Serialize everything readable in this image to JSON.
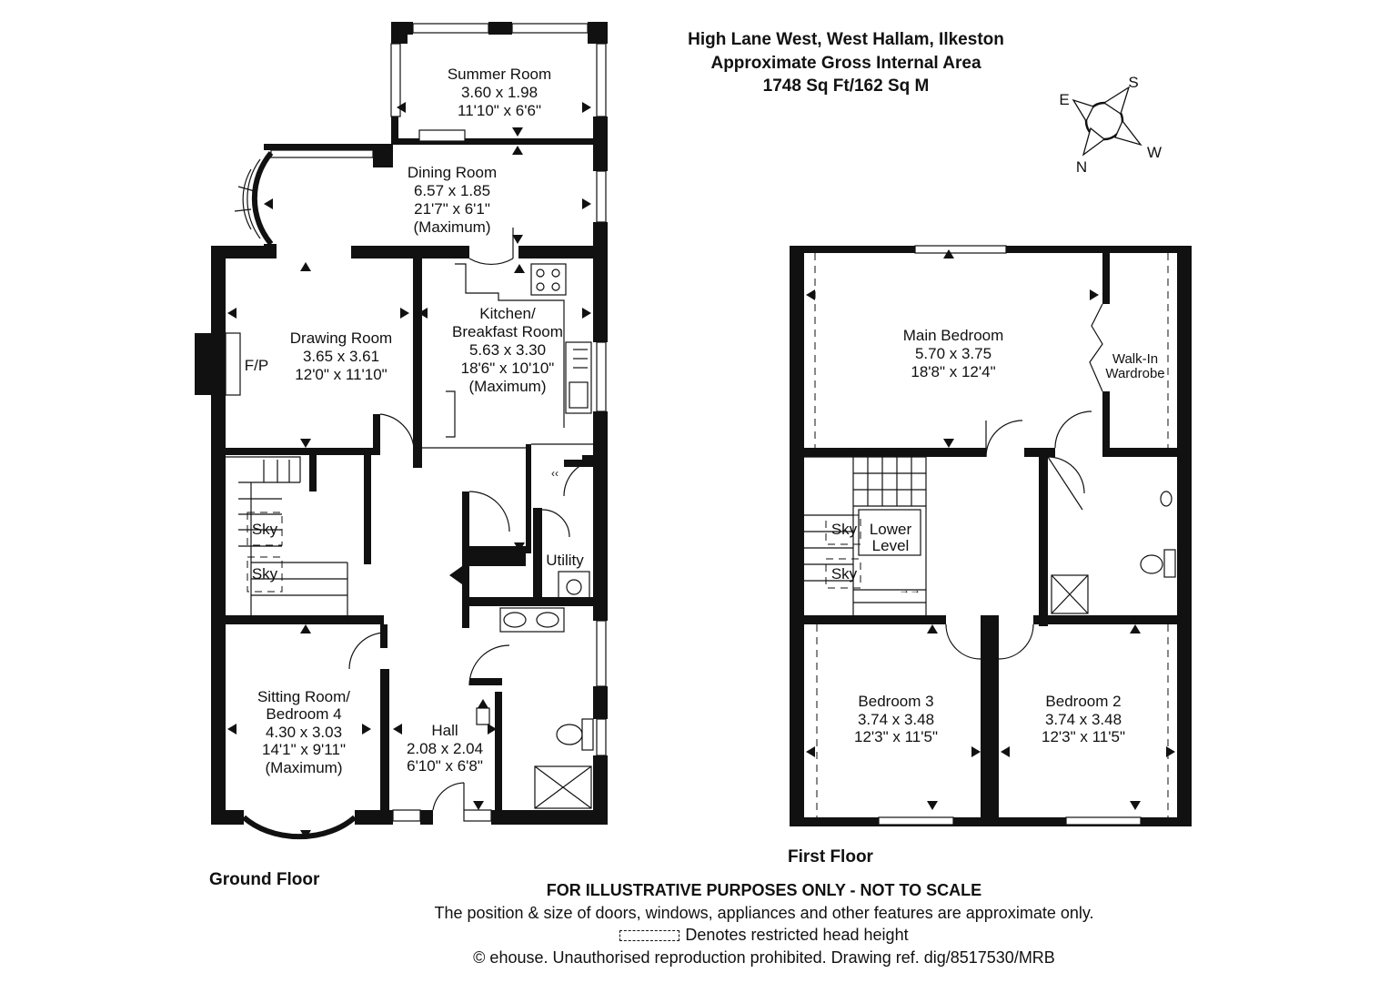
{
  "header": {
    "address": "High Lane West, West Hallam, Ilkeston",
    "area_label": "Approximate Gross Internal Area",
    "area_value": "1748 Sq Ft/162 Sq M"
  },
  "compass": {
    "east": "E",
    "south": "S",
    "west": "W",
    "north": "N"
  },
  "floors": {
    "ground": "Ground Floor",
    "first": "First Floor"
  },
  "ground_floor": {
    "summer_room": {
      "name": "Summer Room",
      "metric": "3.60 x 1.98",
      "imperial": "11'10\" x 6'6\""
    },
    "dining_room": {
      "name": "Dining Room",
      "metric": "6.57 x 1.85",
      "imperial": "21'7\" x 6'1\"",
      "note": "(Maximum)"
    },
    "drawing_room": {
      "name": "Drawing Room",
      "metric": "3.65 x 3.61",
      "imperial": "12'0\" x 11'10\""
    },
    "fireplace": "F/P",
    "kitchen": {
      "name_line1": "Kitchen/",
      "name_line2": "Breakfast Room",
      "metric": "5.63 x 3.30",
      "imperial": "18'6\" x 10'10\"",
      "note": "(Maximum)"
    },
    "sky1": "Sky",
    "sky2": "Sky",
    "utility": "Utility",
    "sitting_room": {
      "name_line1": "Sitting Room/",
      "name_line2": "Bedroom 4",
      "metric": "4.30 x 3.03",
      "imperial": "14'1\" x 9'11\"",
      "note": "(Maximum)"
    },
    "hall": {
      "name": "Hall",
      "metric": "2.08 x 2.04",
      "imperial": "6'10\" x 6'8\""
    }
  },
  "first_floor": {
    "main_bedroom": {
      "name": "Main Bedroom",
      "metric": "5.70 x 3.75",
      "imperial": "18'8\" x 12'4\""
    },
    "wardrobe": {
      "line1": "Walk-In",
      "line2": "Wardrobe"
    },
    "sky1": "Sky",
    "sky2": "Sky",
    "lower_level": {
      "line1": "Lower",
      "line2": "Level"
    },
    "bedroom3": {
      "name": "Bedroom 3",
      "metric": "3.74 x 3.48",
      "imperial": "12'3\" x 11'5\""
    },
    "bedroom2": {
      "name": "Bedroom 2",
      "metric": "3.74 x 3.48",
      "imperial": "12'3\" x 11'5\""
    }
  },
  "footer": {
    "disclaimer": "FOR ILLUSTRATIVE PURPOSES ONLY - NOT TO SCALE",
    "note": "The position & size of doors, windows, appliances and other features are approximate only.",
    "legend": "Denotes restricted head height",
    "copyright": "© ehouse. Unauthorised reproduction prohibited. Drawing ref. dig/8517530/MRB"
  }
}
